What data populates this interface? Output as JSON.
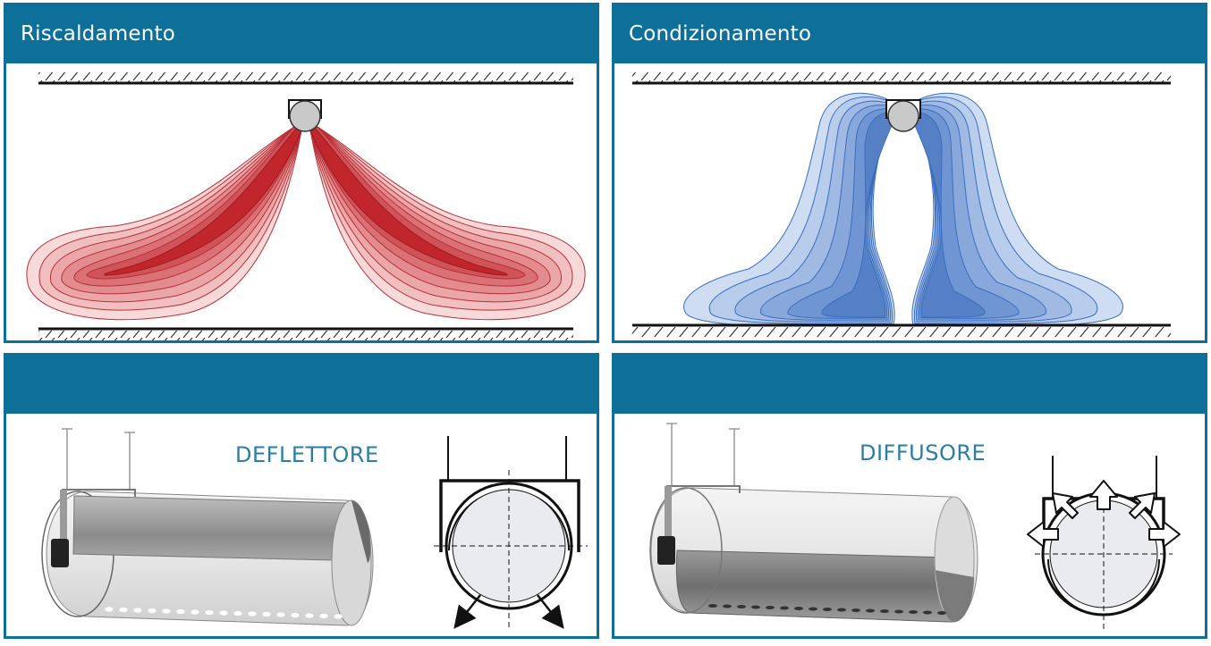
{
  "panels": {
    "heating": {
      "title": "Riscaldamento"
    },
    "cooling": {
      "title": "Condizionamento"
    },
    "deflector": {
      "label": "DEFLETTORE"
    },
    "diffuser": {
      "label": "DIFFUSORE"
    }
  },
  "colors": {
    "frame": "#0E7098",
    "label_text": "#2A7DA6",
    "heat_light": "#F6D3D3",
    "heat_dark": "#C0262B",
    "cool_light": "#CFDDF2",
    "cool_dark": "#3B6EBE"
  },
  "icons": [
    "heating-airflow-diagram",
    "cooling-airflow-diagram",
    "duct-deflector-illustration",
    "duct-diffuser-illustration",
    "deflector-cross-section",
    "diffuser-cross-section"
  ]
}
